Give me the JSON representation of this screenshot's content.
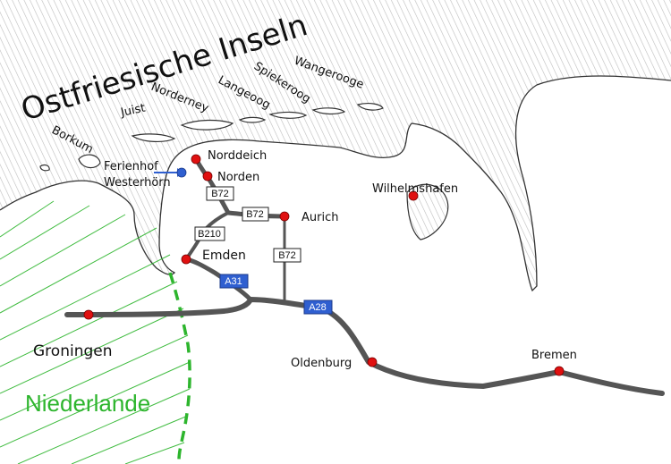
{
  "map": {
    "region_title": "Ostfriesische Inseln",
    "islands": [
      "Borkum",
      "Juist",
      "Norderney",
      "Langeoog",
      "Spiekeroog",
      "Wangerooge"
    ],
    "places": {
      "norddeich": "Norddeich",
      "norden": "Norden",
      "aurich": "Aurich",
      "emden": "Emden",
      "wilhelmshafen": "Wilhelmshafen",
      "oldenburg": "Oldenburg",
      "bremen": "Bremen",
      "groningen": "Groningen"
    },
    "destination": {
      "line1": "Ferienhof",
      "line2": "Westerhörn"
    },
    "country": "Niederlande",
    "roads": {
      "b72_north": "B72",
      "b72_mid": "B72",
      "b72_south": "B72",
      "b210": "B210",
      "a31": "A31",
      "a28": "A28"
    },
    "colors": {
      "city_marker": "#e01010",
      "destination_marker": "#2f5fd0",
      "border": "#2db52d",
      "country_label": "#2db52d",
      "autobahn_shield": "#2f5fd0",
      "road": "#555555"
    }
  }
}
